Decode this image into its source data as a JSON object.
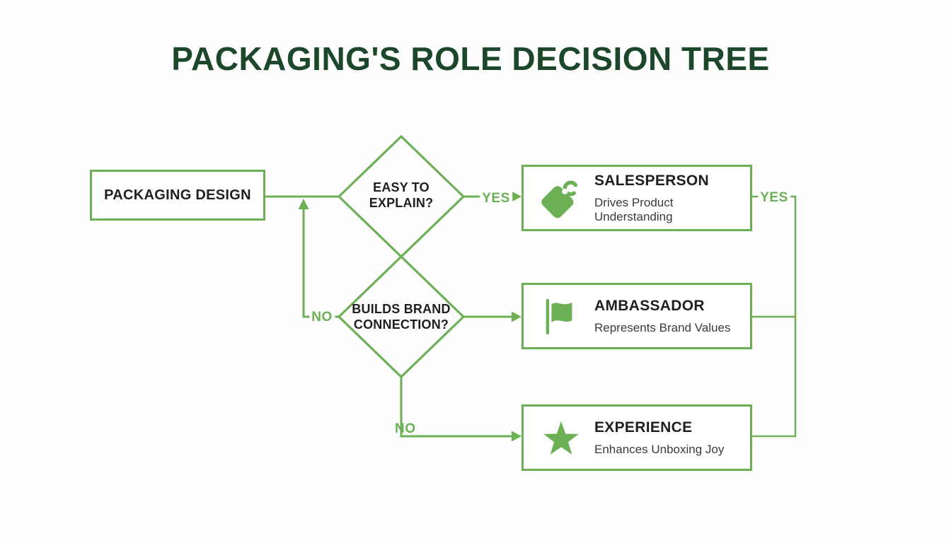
{
  "title": "PACKAGING'S ROLE DECISION TREE",
  "colors": {
    "accent_green": "#6bb055",
    "title_green": "#1d472b",
    "text_black": "#1f1f1f",
    "subtitle_gray": "#3a3a3a"
  },
  "start_node": {
    "label": "PACKAGING DESIGN"
  },
  "decisions": [
    {
      "label": "EASY TO EXPLAIN?"
    },
    {
      "label": "BUILDS BRAND CONNECTION?"
    }
  ],
  "outcomes": [
    {
      "icon": "tag-icon",
      "title": "SALESPERSON",
      "subtitle": "Drives Product Understanding"
    },
    {
      "icon": "flag-icon",
      "title": "AMBASSADOR",
      "subtitle": "Represents Brand Values"
    },
    {
      "icon": "star-icon",
      "title": "EXPERIENCE",
      "subtitle": "Enhances Unboxing Joy"
    }
  ],
  "edge_labels": {
    "easy_yes": "YES",
    "brand_no_return": "NO",
    "brand_no_down": "NO",
    "right_trunk_yes": "YES"
  }
}
